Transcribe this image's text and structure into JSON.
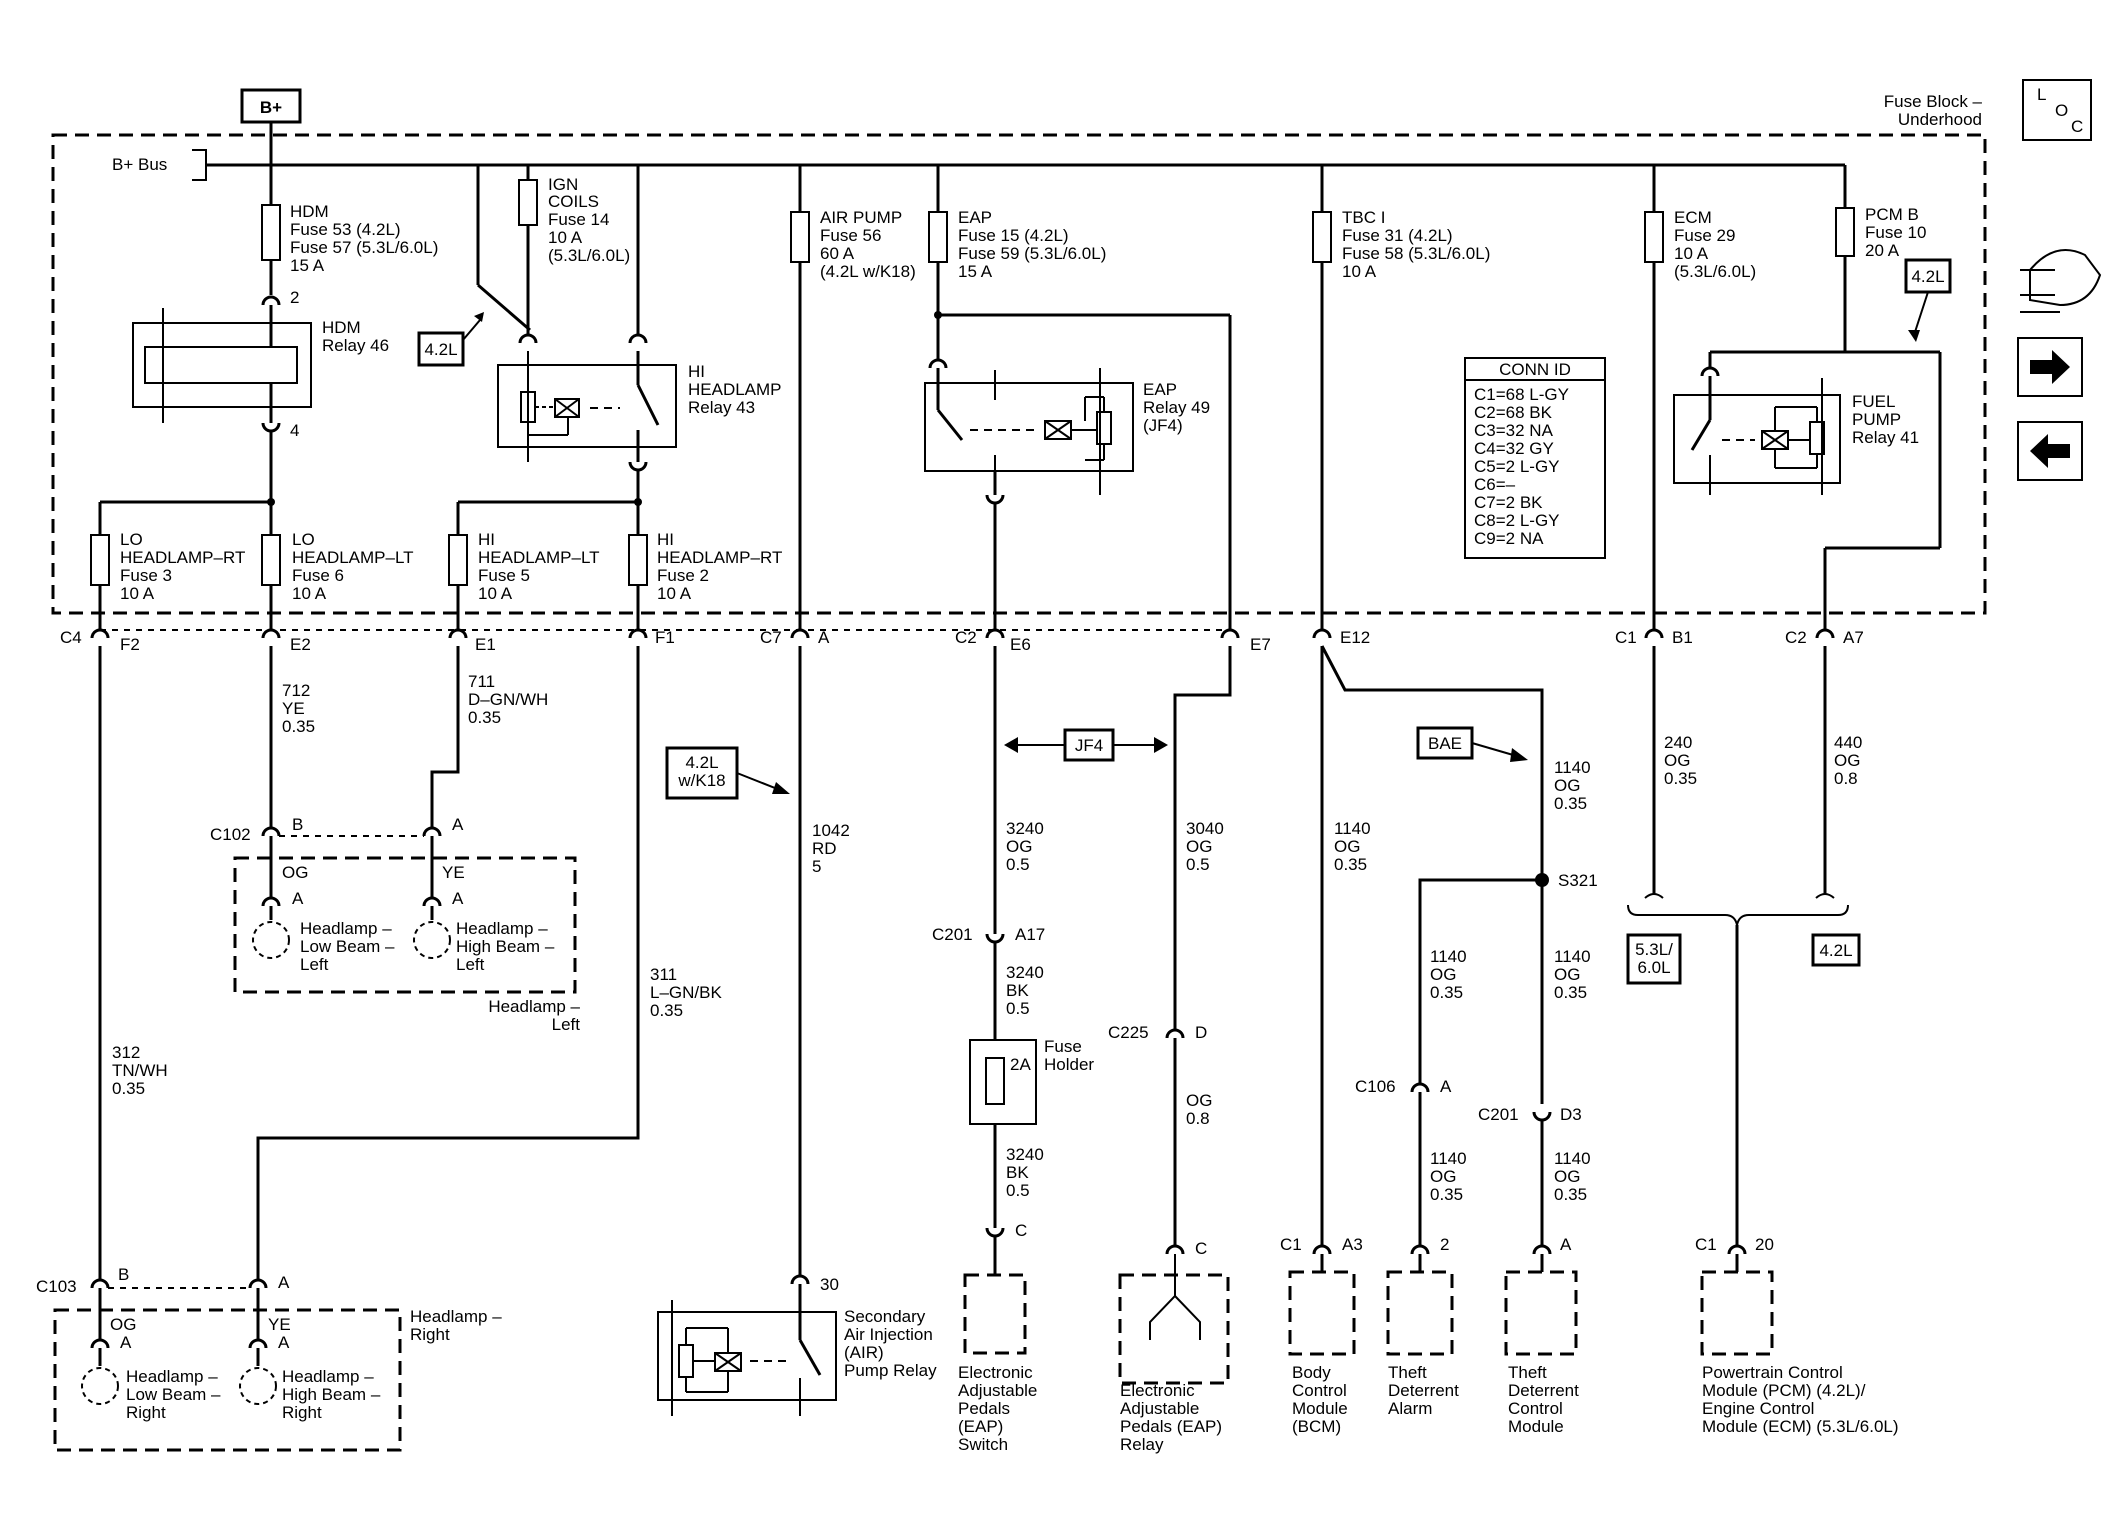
{
  "bplus": "B+",
  "bplus_bus": "B+ Bus",
  "fuse_block": [
    "Fuse Block –",
    "Underhood"
  ],
  "loc_icon": [
    "L",
    "O",
    "C"
  ],
  "fuses": [
    {
      "id": "hdm",
      "lines": [
        "HDM",
        "Fuse 53 (4.2L)",
        "Fuse 57 (5.3L/6.0L)",
        "15 A"
      ]
    },
    {
      "id": "ign",
      "lines": [
        "IGN",
        "COILS",
        "Fuse 14",
        "10 A",
        "(5.3L/6.0L)"
      ]
    },
    {
      "id": "air",
      "lines": [
        "AIR PUMP",
        "Fuse 56",
        "60 A",
        "(4.2L w/K18)"
      ]
    },
    {
      "id": "eap",
      "lines": [
        "EAP",
        "Fuse 15 (4.2L)",
        "Fuse 59 (5.3L/6.0L)",
        "15 A"
      ]
    },
    {
      "id": "tbc",
      "lines": [
        "TBC I",
        "Fuse 31 (4.2L)",
        "Fuse 58 (5.3L/6.0L)",
        "10 A"
      ]
    },
    {
      "id": "ecm",
      "lines": [
        "ECM",
        "Fuse 29",
        "10 A",
        "(5.3L/6.0L)"
      ]
    },
    {
      "id": "pcmb",
      "lines": [
        "PCM B",
        "Fuse 10",
        "20 A"
      ]
    },
    {
      "id": "lort",
      "lines": [
        "LO",
        "HEADLAMP–RT",
        "Fuse 3",
        "10 A"
      ]
    },
    {
      "id": "lolt",
      "lines": [
        "LO",
        "HEADLAMP–LT",
        "Fuse 6",
        "10 A"
      ]
    },
    {
      "id": "hilt",
      "lines": [
        "HI",
        "HEADLAMP–LT",
        "Fuse 5",
        "10 A"
      ]
    },
    {
      "id": "hirt",
      "lines": [
        "HI",
        "HEADLAMP–RT",
        "Fuse 2",
        "10 A"
      ]
    }
  ],
  "relays": [
    {
      "id": "hdm",
      "lines": [
        "HDM",
        "Relay 46"
      ]
    },
    {
      "id": "hi",
      "lines": [
        "HI",
        "HEADLAMP",
        "Relay 43"
      ]
    },
    {
      "id": "eap",
      "lines": [
        "EAP",
        "Relay 49",
        "(JF4)"
      ]
    },
    {
      "id": "fuel",
      "lines": [
        "FUEL",
        "PUMP",
        "Relay 41"
      ]
    }
  ],
  "tags": {
    "t42a": "4.2L",
    "t42b": "4.2L",
    "t42k18": [
      "4.2L",
      "w/K18"
    ],
    "jf4": "JF4",
    "bae": "BAE",
    "t5360": [
      "5.3L/",
      "6.0L"
    ],
    "t42c": "4.2L"
  },
  "conn_id": {
    "title": "CONN ID",
    "rows": [
      "C1=68 L-GY",
      "C2=68 BK",
      "C3=32 NA",
      "C4=32 GY",
      "C5=2 L-GY",
      "C6=–",
      "C7=2 BK",
      "C8=2 L-GY",
      "C9=2 NA"
    ]
  },
  "pins": {
    "p2": "2",
    "p4": "4",
    "c4": "C4",
    "f2": "F2",
    "e2": "E2",
    "e1": "E1",
    "f1": "F1",
    "c7": "C7",
    "a": "A",
    "c2": "C2",
    "e6": "E6",
    "e7": "E7",
    "e12": "E12",
    "c1": "C1",
    "b1": "B1",
    "c2b": "C2",
    "a7": "A7",
    "c102": "C102",
    "b": "B",
    "a2": "A",
    "og": "OG",
    "ye": "YE",
    "pa1": "A",
    "pa2": "A",
    "c201": "C201",
    "a17": "A17",
    "c225": "C225",
    "d": "D",
    "s321": "S321",
    "c106": "C106",
    "a3": "A",
    "c201b": "C201",
    "d3": "D3",
    "c103": "C103",
    "b2": "B",
    "a4": "A",
    "og2": "OG",
    "ye2": "YE",
    "pa3": "A",
    "pa4": "A",
    "p30": "30",
    "pc": "C",
    "pc2": "C",
    "c1b": "C1",
    "a3b": "A3",
    "p2b": "2",
    "pa5": "A",
    "c1c": "C1",
    "p20": "20"
  },
  "wires": {
    "w712": [
      "712",
      "YE",
      "0.35"
    ],
    "w711": [
      "711",
      "D–GN/WH",
      "0.35"
    ],
    "w1042": [
      "1042",
      "RD",
      "5"
    ],
    "w3240a": [
      "3240",
      "OG",
      "0.5"
    ],
    "w3040": [
      "3040",
      "OG",
      "0.5"
    ],
    "w1140a": [
      "1140",
      "OG",
      "0.35"
    ],
    "w1140b": [
      "1140",
      "OG",
      "0.35"
    ],
    "w240": [
      "240",
      "OG",
      "0.35"
    ],
    "w440": [
      "440",
      "OG",
      "0.8"
    ],
    "w311": [
      "311",
      "L–GN/BK",
      "0.35"
    ],
    "w312": [
      "312",
      "TN/WH",
      "0.35"
    ],
    "w3240b": [
      "3240",
      "BK",
      "0.5"
    ],
    "w3240c": [
      "3240",
      "BK",
      "0.5"
    ],
    "wog08": [
      "OG",
      "0.8"
    ],
    "w1140c": [
      "1140",
      "OG",
      "0.35"
    ],
    "w1140d": [
      "1140",
      "OG",
      "0.35"
    ],
    "w1140e": [
      "1140",
      "OG",
      "0.35"
    ],
    "w1140f": [
      "1140",
      "OG",
      "0.35"
    ]
  },
  "components": {
    "hl_left": [
      "Headlamp –",
      "Left"
    ],
    "hl_low_left": [
      "Headlamp –",
      "Low Beam –",
      "Left"
    ],
    "hl_high_left": [
      "Headlamp –",
      "High Beam –",
      "Left"
    ],
    "hl_right": [
      "Headlamp –",
      "Right"
    ],
    "hl_low_right": [
      "Headlamp –",
      "Low Beam –",
      "Right"
    ],
    "hl_high_right": [
      "Headlamp –",
      "High Beam –",
      "Right"
    ],
    "fuse_holder": [
      "Fuse",
      "Holder"
    ],
    "fuse_2a": "2A",
    "air_relay": [
      "Secondary",
      "Air Injection",
      "(AIR)",
      "Pump Relay"
    ],
    "eap_switch": [
      "Electronic",
      "Adjustable",
      "Pedals",
      "(EAP)",
      "Switch"
    ],
    "eap_relay": [
      "Electronic",
      "Adjustable",
      "Pedals (EAP)",
      "Relay"
    ],
    "bcm": [
      "Body",
      "Control",
      "Module",
      "(BCM)"
    ],
    "tda": [
      "Theft",
      "Deterrent",
      "Alarm"
    ],
    "tdcm": [
      "Theft",
      "Deterrent",
      "Control",
      "Module"
    ],
    "pcm": [
      "Powertrain Control",
      "Module (PCM) (4.2L)/",
      "Engine Control",
      "Module (ECM) (5.3L/6.0L)"
    ]
  }
}
